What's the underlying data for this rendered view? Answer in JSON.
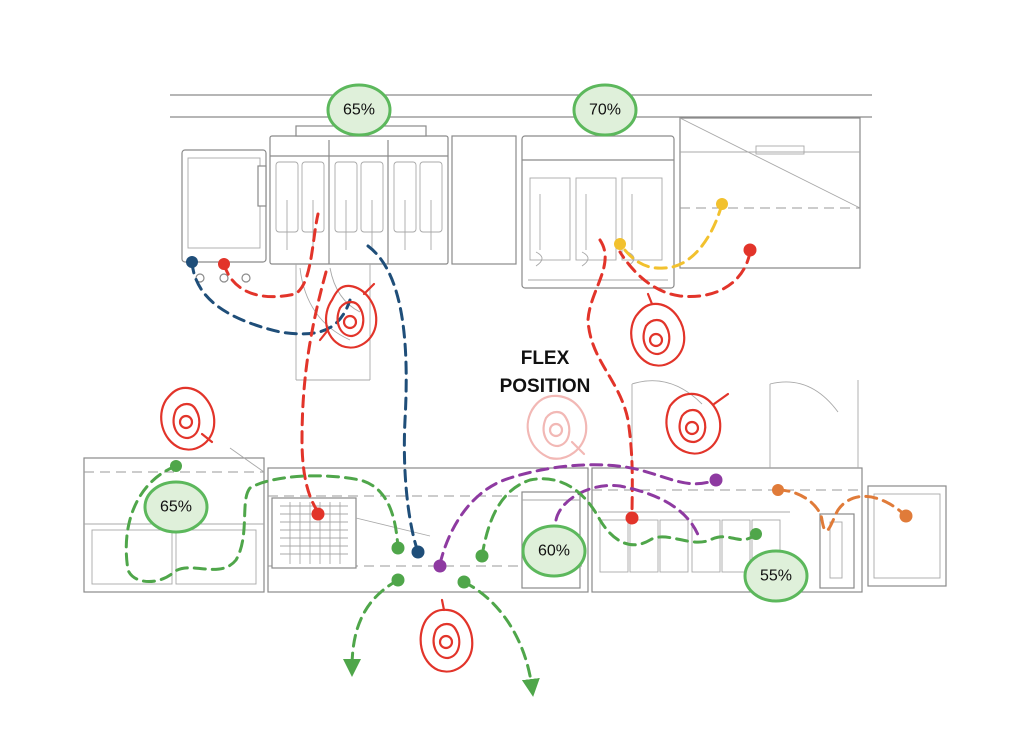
{
  "labels": {
    "flex_line1": "FLEX",
    "flex_line2": "POSITION"
  },
  "capacity_badges": [
    {
      "id": "badge-fryer-top",
      "text": "65%"
    },
    {
      "id": "badge-oven-top",
      "text": "70%"
    },
    {
      "id": "badge-left-station",
      "text": "65%"
    },
    {
      "id": "badge-prep-center",
      "text": "60%"
    },
    {
      "id": "badge-right-station",
      "text": "55%"
    }
  ],
  "colors": {
    "green": "#4fa64a",
    "red": "#e2342a",
    "navy": "#1f4e79",
    "yellow": "#f2c12e",
    "purple": "#8e3aa1",
    "orange": "#e07b39",
    "badge_stroke": "#5cb85c",
    "badge_fill": "#dff0da",
    "flex_person": "#f2b8b5",
    "equipment": "#8a8a8a"
  },
  "icons": {
    "worker": "worker-icon",
    "flex_worker": "flex-worker-icon",
    "waypoint": "waypoint-dot-icon",
    "arrowhead": "arrowhead-icon"
  }
}
